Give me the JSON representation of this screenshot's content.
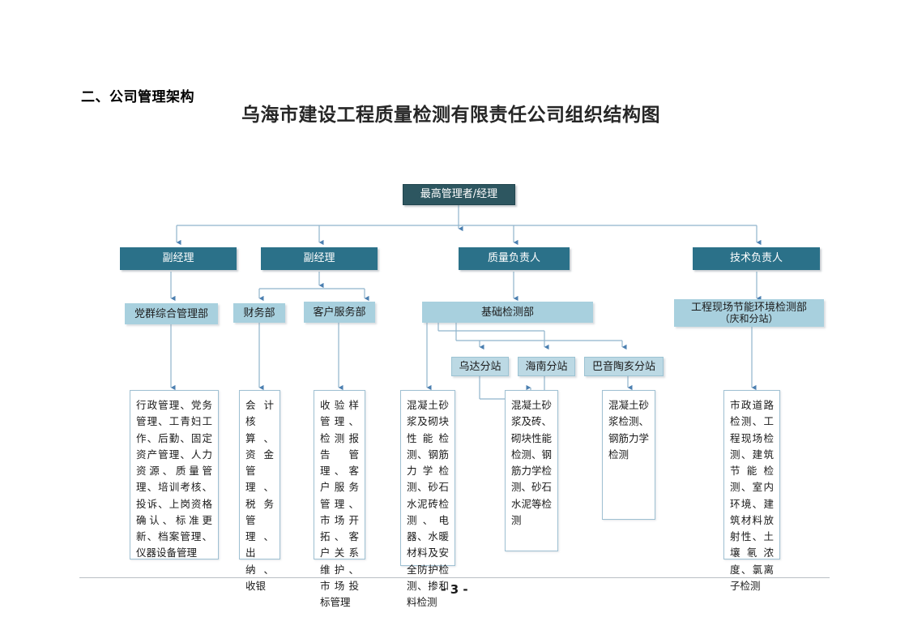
{
  "document": {
    "section_heading": "二、公司管理架构",
    "chart_title": "乌海市建设工程质量检测有限责任公司组织结构图",
    "page_number": "- 3 -"
  },
  "colors": {
    "top_node": "#2d5660",
    "level2_node": "#2b7189",
    "level3_node": "#a8d0de",
    "substation_node": "#bcd9e4",
    "leaf_border": "#9fc0d2",
    "connector": "#8fb4cc"
  },
  "org_chart": {
    "top": {
      "label": "最高管理者/经理"
    },
    "level2": [
      {
        "label": "副经理"
      },
      {
        "label": "副经理"
      },
      {
        "label": "质量负责人"
      },
      {
        "label": "技术负责人"
      }
    ],
    "level3": [
      {
        "label": "党群综合管理部"
      },
      {
        "label": "财务部"
      },
      {
        "label": "客户服务部"
      },
      {
        "label": "基础检测部"
      },
      {
        "label": "工程现场节能环境检测部",
        "label_line2": "（庆和分站）"
      }
    ],
    "substations": [
      {
        "label": "乌达分站"
      },
      {
        "label": "海南分站"
      },
      {
        "label": "巴音陶亥分站"
      }
    ],
    "details": [
      {
        "text": "行政管理、党务管理、工青妇工作、后勤、固定资产管理、人力资源、质量管理、培训考核、投诉、上岗资格确认、标准更新、档案管理、仪器设备管理"
      },
      {
        "text": "会计核算、资金管理、税务管理、出纳、收银"
      },
      {
        "text": "收验样管理、检测报告管理、客户服务管理、市场开拓、客户关系维护、市场投标管理"
      },
      {
        "text": "混凝土砂浆及砌块性能检测、钢筋力学检测、砂石水泥砖检测、电器、水暖材料及安全防护检测、掺和料检测"
      },
      {
        "text": "混凝土砂浆及砖、砌块性能检测、钢筋力学检测、砂石水泥等检测"
      },
      {
        "text": "混凝土砂浆检测、钢筋力学检测"
      },
      {
        "text": "市政道路检测、工程现场检测、建筑节能检测、室内环境、建筑材料放射性、土壤氡浓度、氯离子检测"
      }
    ]
  }
}
